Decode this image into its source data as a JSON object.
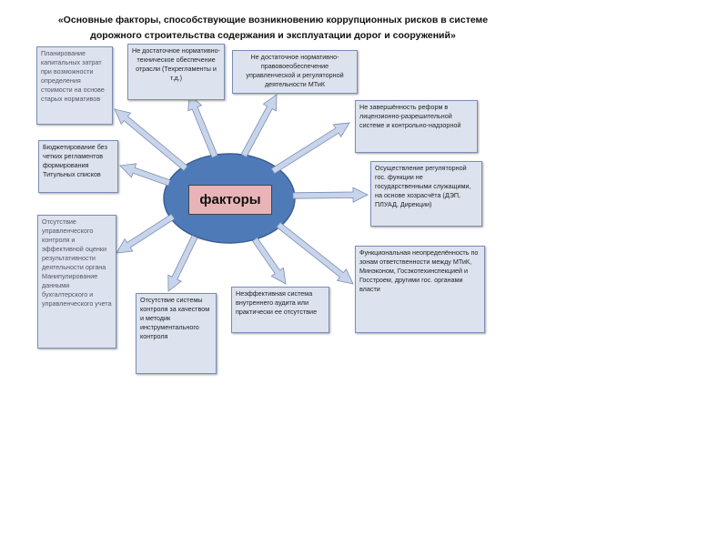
{
  "title": "«Основные факторы, способствующие возникновению коррупционных рисков в  системе дорожного строительства содержания и эксплуатации дорог и сооружений»",
  "center_label": "факторы",
  "colors": {
    "hub_fill": "#4f7ab8",
    "hub_label_fill": "#e8b4b8",
    "arrow_fill": "#c8d4ea",
    "box_fill": "#dde3ee"
  },
  "factors": [
    "Планирование капитальных затрат  при возможности определения стоимости на основе старых нормативов",
    "Не достаточное нормативно-техническое обеспечение отрасли (Техрегламенты и т.д.)",
    "Не достаточное нормативно-правовоеобеспечение управленческой и регуляторной деятельности  МТиК",
    "Не завершённость реформ в лицензионно-разрешительной системе и контрольно-надзорной",
    "Бюджетирование без четких регламентов формирования Титульных списков",
    "Осуществление регуляторной гос. функции не государственными служащими,  на основе хозрасчёта (ДЭП, ПЛУАД, Дирекции)",
    "Отсутствие управленческого контроля и эффективной оценки результативности деятельности органа Манипулирование данными бухгалтерского и управленческого учета",
    "Функциональная неопределённость по зонам ответственности между МТиК, Минэконом, Госэкотехинспекцией  и Госстроем, другими гос. органами власти",
    "Отсутствие системы контроля за качеством и методик инструментального контроля",
    "Неэффективная система внутреннего аудита или практически ее отсутствие"
  ]
}
